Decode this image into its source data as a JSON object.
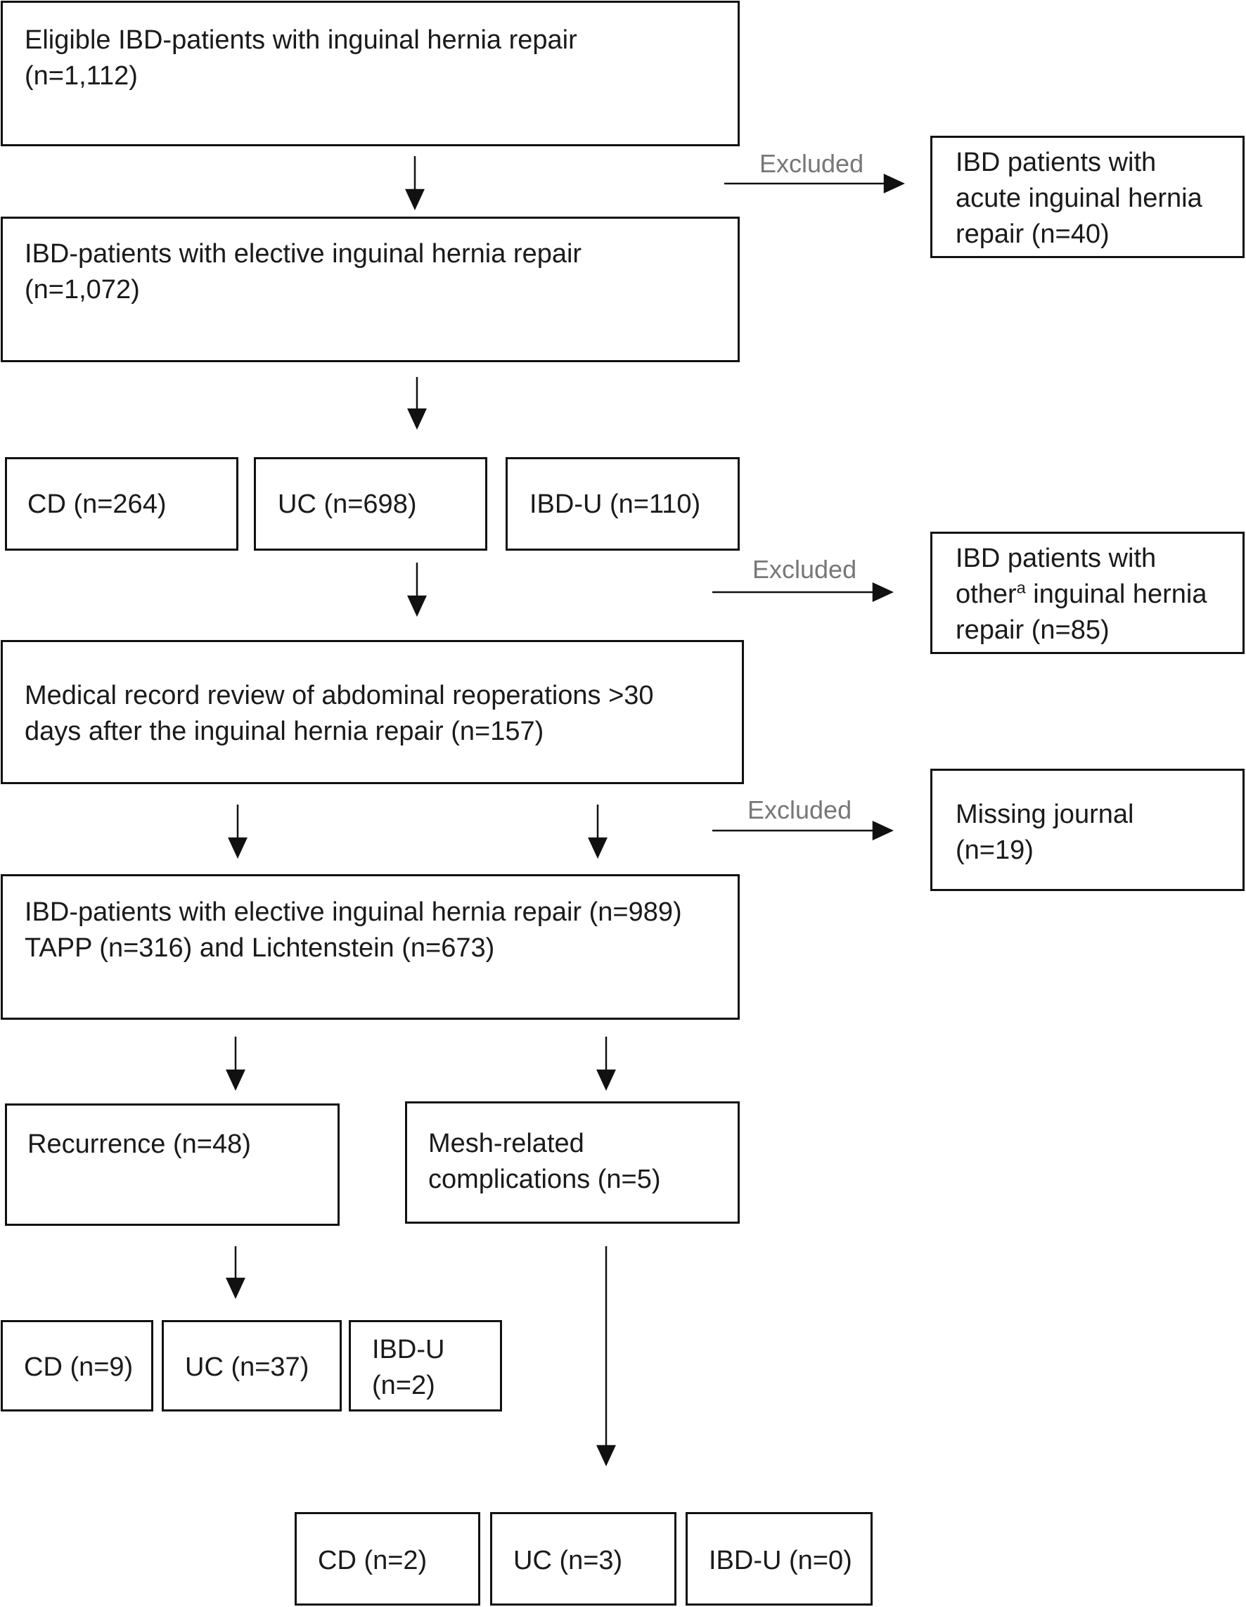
{
  "boxes": {
    "eligible": {
      "line1": "Eligible IBD-patients with inguinal hernia repair",
      "line2": "(n=1,112)"
    },
    "acute": {
      "line1": "IBD patients with",
      "line2": "acute inguinal hernia",
      "line3": "repair (n=40)"
    },
    "elective": {
      "line1": "IBD-patients with elective inguinal hernia repair",
      "line2": "(n=1,072)"
    },
    "cd_all": "CD (n=264)",
    "uc_all": "UC (n=698)",
    "ibdu_all": "IBD-U (n=110)",
    "other": {
      "line1": "IBD patients with",
      "line2_pre": "other",
      "line2_sup": "a",
      "line2_post": " inguinal hernia",
      "line3": "repair (n=85)"
    },
    "review": {
      "line1": "Medical record review of abdominal reoperations >30",
      "line2": "days after the inguinal hernia repair (n=157)"
    },
    "missing": {
      "line1": "Missing journal",
      "line2": "(n=19)"
    },
    "final_cohort": {
      "line1": "IBD-patients with elective inguinal hernia repair (n=989)",
      "line2": "TAPP (n=316) and Lichtenstein (n=673)"
    },
    "recurrence": "Recurrence (n=48)",
    "mesh": {
      "line1": "Mesh-related",
      "line2": "complications (n=5)"
    },
    "rec_cd": "CD (n=9)",
    "rec_uc": "UC (n=37)",
    "rec_ibdu": {
      "line1": "IBD-U",
      "line2": "(n=2)"
    },
    "mesh_cd": "CD (n=2)",
    "mesh_uc": "UC (n=3)",
    "mesh_ibdu": "IBD-U (n=0)"
  },
  "excluded_labels": {
    "first": "Excluded",
    "second": "Excluded",
    "third": "Excluded"
  }
}
